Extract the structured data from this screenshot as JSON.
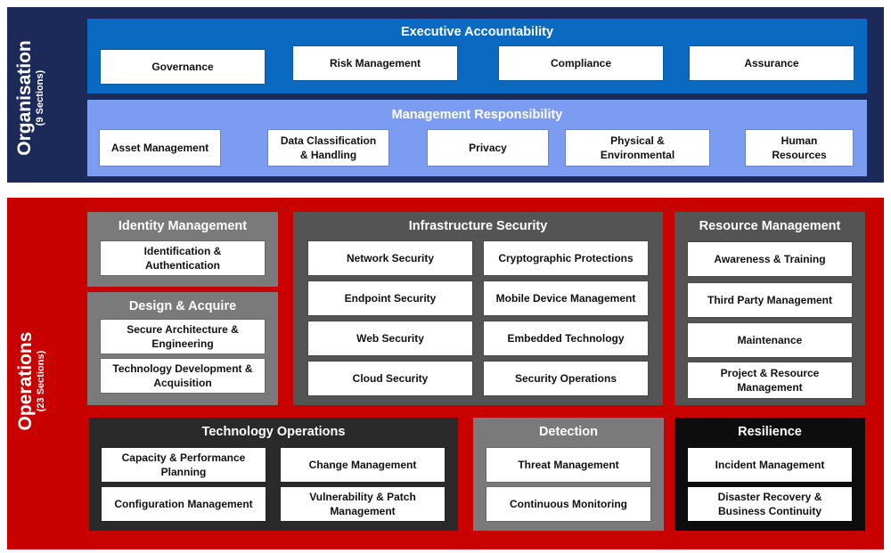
{
  "colors": {
    "organisation_band": "#1b2a58",
    "executive_panel": "#0a6ac2",
    "management_panel": "#7c9cf2",
    "operations_band": "#c90000",
    "grey_panel": "#7a7a7a",
    "dark_grey_panel": "#545454",
    "black_panel": "#2a2a2a",
    "resilience_panel": "#0d0d0d"
  },
  "organisation": {
    "label": "Organisation",
    "sublabel": "(9 Sections)",
    "executive": {
      "title": "Executive Accountability",
      "items": [
        "Governance",
        "Risk Management",
        "Compliance",
        "Assurance"
      ]
    },
    "management": {
      "title": "Management Responsibility",
      "items": [
        "Asset Management",
        "Data Classification\n& Handling",
        "Privacy",
        "Physical &\nEnvironmental",
        "Human\nResources"
      ]
    }
  },
  "operations": {
    "label": "Operations",
    "sublabel": "(23 Sections)",
    "identity": {
      "title": "Identity Management",
      "items": [
        "Identification &\nAuthentication"
      ]
    },
    "design": {
      "title": "Design & Acquire",
      "items": [
        "Secure Architecture &\nEngineering",
        "Technology Development &\nAcquisition"
      ]
    },
    "infrastructure": {
      "title": "Infrastructure Security",
      "items": [
        "Network Security",
        "Cryptographic Protections",
        "Endpoint Security",
        "Mobile Device Management",
        "Web Security",
        "Embedded Technology",
        "Cloud Security",
        "Security Operations"
      ]
    },
    "resource": {
      "title": "Resource Management",
      "items": [
        "Awareness & Training",
        "Third Party Management",
        "Maintenance",
        "Project & Resource\nManagement"
      ]
    },
    "techops": {
      "title": "Technology Operations",
      "items": [
        "Capacity & Performance\nPlanning",
        "Change Management",
        "Configuration Management",
        "Vulnerability & Patch\nManagement"
      ]
    },
    "detection": {
      "title": "Detection",
      "items": [
        "Threat Management",
        "Continuous Monitoring"
      ]
    },
    "resilience": {
      "title": "Resilience",
      "items": [
        "Incident Management",
        "Disaster Recovery &\nBusiness Continuity"
      ]
    }
  }
}
